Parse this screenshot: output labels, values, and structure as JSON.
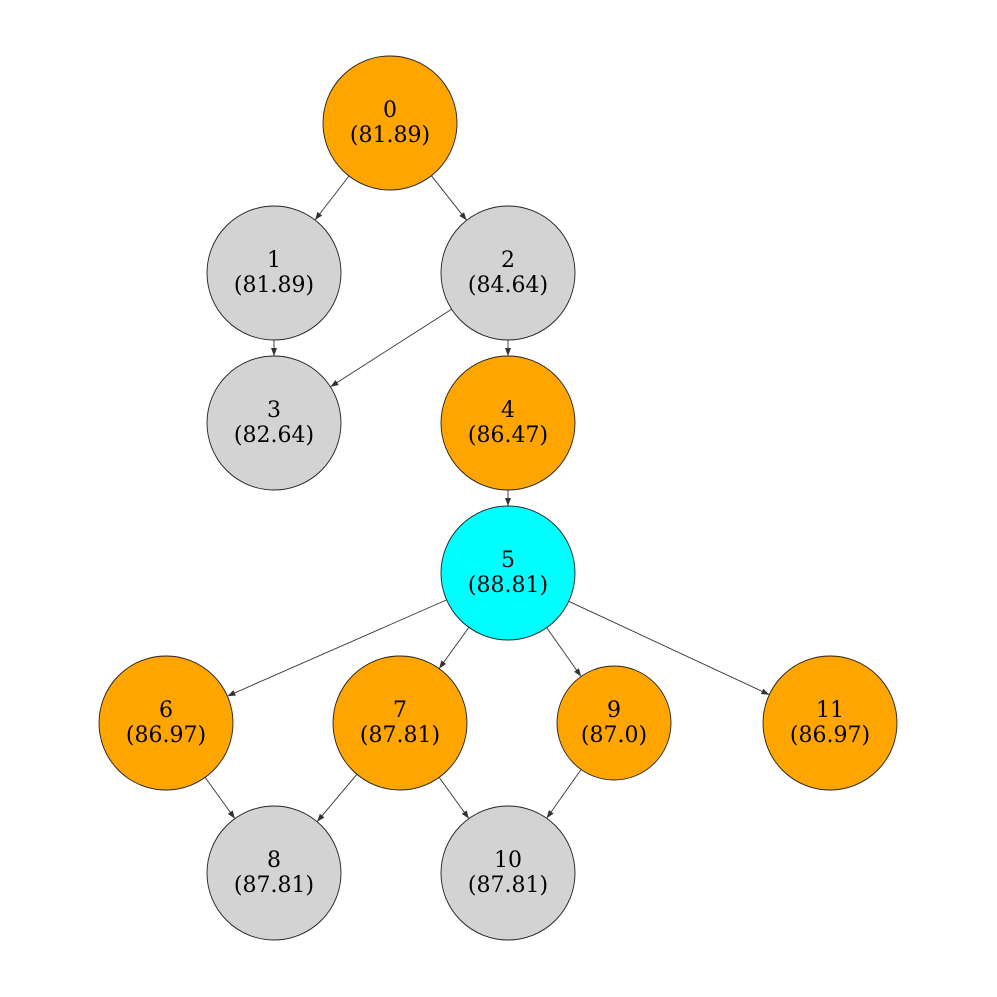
{
  "colors": {
    "orange": "#ffa500",
    "gray": "#d3d3d3",
    "cyan": "#00ffff"
  },
  "nodes": [
    {
      "id": "0",
      "label": "0",
      "value": "(81.89)",
      "color": "orange"
    },
    {
      "id": "1",
      "label": "1",
      "value": "(81.89)",
      "color": "gray"
    },
    {
      "id": "2",
      "label": "2",
      "value": "(84.64)",
      "color": "gray"
    },
    {
      "id": "3",
      "label": "3",
      "value": "(82.64)",
      "color": "gray"
    },
    {
      "id": "4",
      "label": "4",
      "value": "(86.47)",
      "color": "orange"
    },
    {
      "id": "5",
      "label": "5",
      "value": "(88.81)",
      "color": "cyan"
    },
    {
      "id": "6",
      "label": "6",
      "value": "(86.97)",
      "color": "orange"
    },
    {
      "id": "7",
      "label": "7",
      "value": "(87.81)",
      "color": "orange"
    },
    {
      "id": "9",
      "label": "9",
      "value": "(87.0)",
      "color": "orange"
    },
    {
      "id": "11",
      "label": "11",
      "value": "(86.97)",
      "color": "orange"
    },
    {
      "id": "8",
      "label": "8",
      "value": "(87.81)",
      "color": "gray"
    },
    {
      "id": "10",
      "label": "10",
      "value": "(87.81)",
      "color": "gray"
    }
  ],
  "edges": [
    {
      "from": "0",
      "to": "1"
    },
    {
      "from": "0",
      "to": "2"
    },
    {
      "from": "1",
      "to": "3"
    },
    {
      "from": "2",
      "to": "3"
    },
    {
      "from": "2",
      "to": "4"
    },
    {
      "from": "4",
      "to": "5"
    },
    {
      "from": "5",
      "to": "6"
    },
    {
      "from": "5",
      "to": "7"
    },
    {
      "from": "5",
      "to": "9"
    },
    {
      "from": "5",
      "to": "11"
    },
    {
      "from": "6",
      "to": "8"
    },
    {
      "from": "7",
      "to": "8"
    },
    {
      "from": "7",
      "to": "10"
    },
    {
      "from": "9",
      "to": "10"
    }
  ]
}
